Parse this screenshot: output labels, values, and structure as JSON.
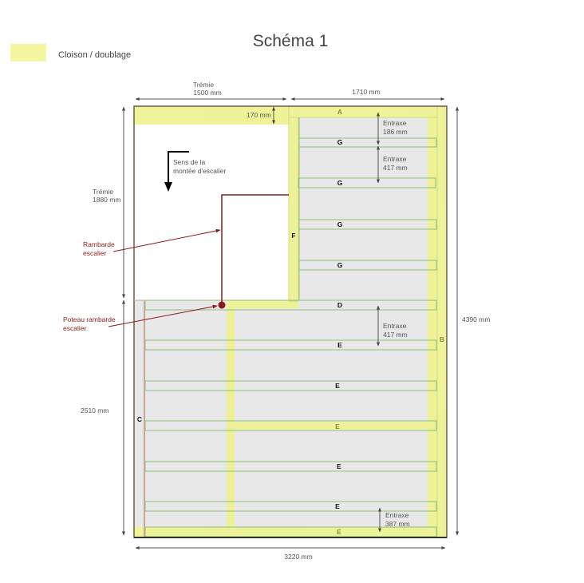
{
  "title": "Schéma 1",
  "legend": {
    "label": "Cloison / doublage",
    "color": "#f5f7a0"
  },
  "colors": {
    "partition": "#eef395",
    "floor": "#e8e8e8",
    "joist_stroke": "#8fbf7a",
    "outline": "#6b5a4a",
    "railing": "#8b1a1a",
    "dimension": "#555555"
  },
  "dimensions": {
    "tremie_width": {
      "label": "Trémie",
      "value": "1500 mm"
    },
    "right_width": "1710 mm",
    "total_width": "3220 mm",
    "tremie_height": {
      "label": "Trémie",
      "value": "1880 mm"
    },
    "lower_height": "2510 mm",
    "total_height": "4390 mm",
    "top_partition": "170 mm"
  },
  "entraxes": [
    {
      "label": "Entraxe",
      "value": "186 mm"
    },
    {
      "label": "Entraxe",
      "value": "417 mm"
    },
    {
      "label": "Entraxe",
      "value": "417 mm"
    },
    {
      "label": "Entraxe",
      "value": "387 mm"
    }
  ],
  "annotations": {
    "stair_direction": [
      "Sens de la",
      "montée d'escalier"
    ],
    "railing": [
      "Rambarde",
      "escalier"
    ],
    "railing_post": [
      "Poteau rambarde",
      "escalier"
    ]
  },
  "beams": {
    "A": "A",
    "B": "B",
    "C": "C",
    "D": "D",
    "F": "F",
    "G": [
      "G",
      "G",
      "G",
      "G"
    ],
    "E": [
      "E",
      "E",
      "E",
      "E",
      "E",
      "E"
    ]
  }
}
